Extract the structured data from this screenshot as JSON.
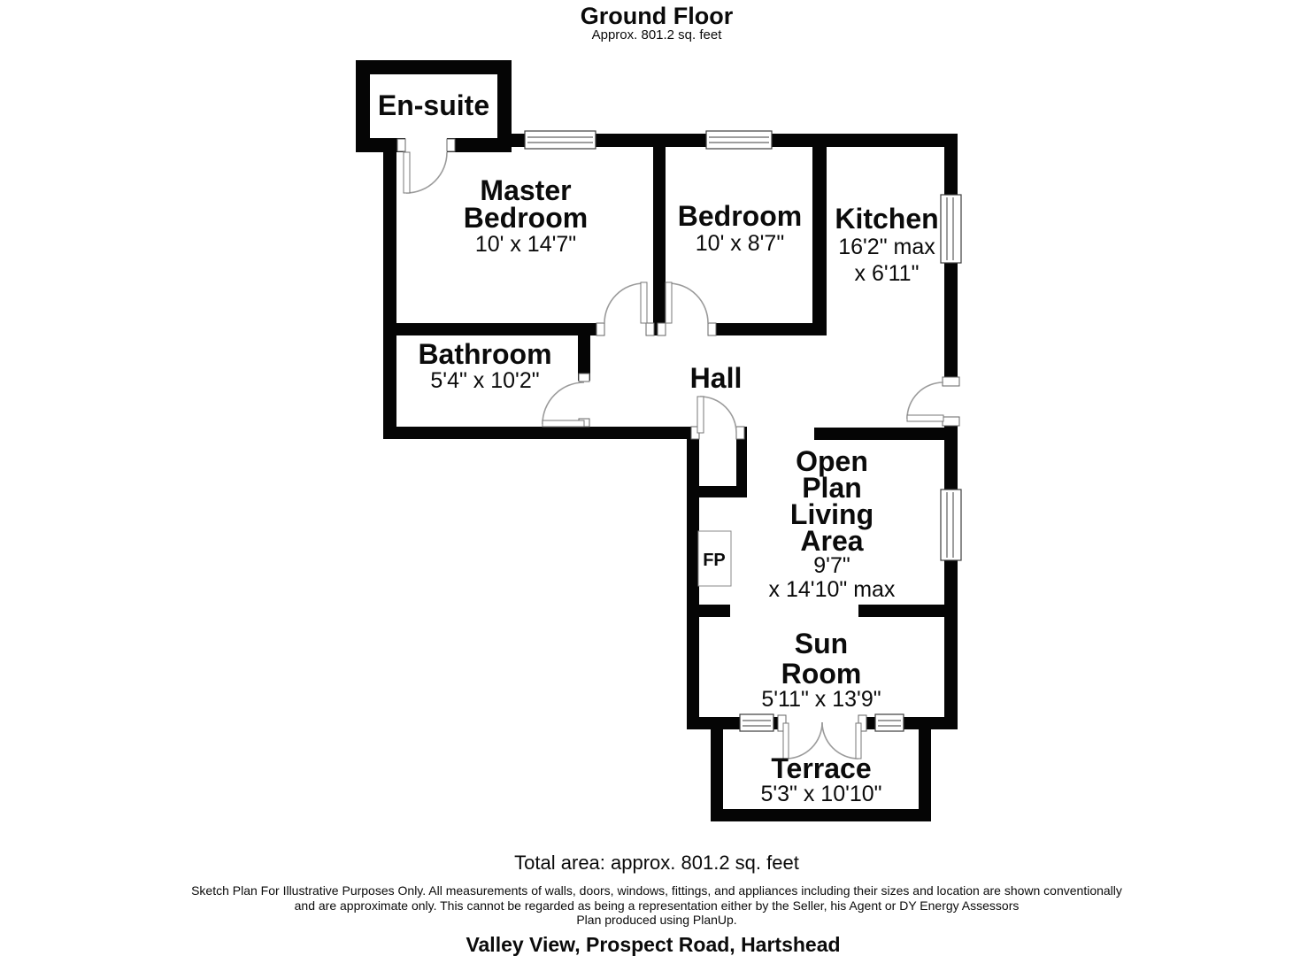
{
  "header": {
    "title": "Ground Floor",
    "subtitle": "Approx. 801.2 sq. feet"
  },
  "rooms": {
    "ensuite": {
      "name": "En-suite"
    },
    "master": {
      "name1": "Master",
      "name2": "Bedroom",
      "dims": "10' x 14'7\""
    },
    "bedroom": {
      "name": "Bedroom",
      "dims": "10' x 8'7\""
    },
    "kitchen": {
      "name": "Kitchen",
      "dims1": "16'2\" max",
      "dims2": "x 6'11\""
    },
    "bathroom": {
      "name": "Bathroom",
      "dims": "5'4\" x 10'2\""
    },
    "hall": {
      "name": "Hall"
    },
    "living": {
      "name1": "Open",
      "name2": "Plan",
      "name3": "Living",
      "name4": "Area",
      "dims1": "9'7\"",
      "dims2": "x 14'10\" max"
    },
    "sunroom": {
      "name1": "Sun",
      "name2": "Room",
      "dims": "5'11\" x 13'9\""
    },
    "terrace": {
      "name": "Terrace",
      "dims": "5'3\" x 10'10\""
    }
  },
  "fixtures": {
    "fireplace": "FP"
  },
  "footer": {
    "total": "Total area: approx. 801.2 sq. feet",
    "disclaimer1": "Sketch Plan For Illustrative Purposes Only. All measurements of walls, doors, windows, fittings, and appliances including their sizes and location are shown conventionally",
    "disclaimer2": "and are approximate only. This cannot be regarded as being a representation either by the Seller, his Agent or DY Energy Assessors",
    "disclaimer3": "Plan produced using PlanUp.",
    "address": "Valley View, Prospect Road, Hartshead"
  },
  "colors": {
    "wall": "#050505",
    "door_arc": "#9b9b9b",
    "text": "#0b0b0b",
    "background": "#ffffff"
  }
}
